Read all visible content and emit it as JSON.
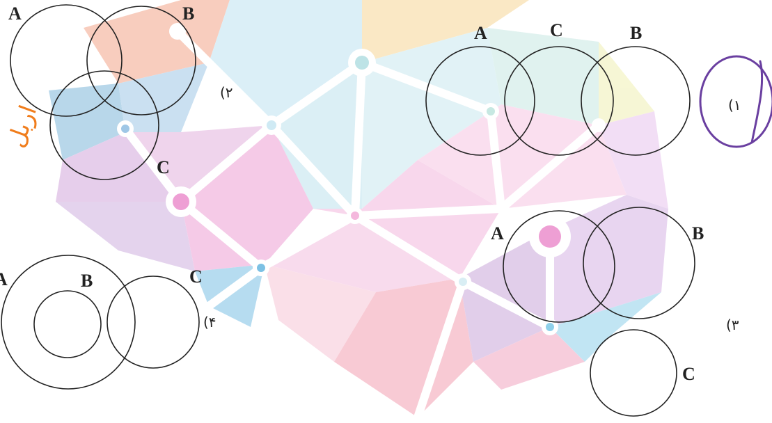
{
  "options": [
    {
      "id": "1",
      "number": "(۱",
      "labels": [
        "A",
        "C",
        "B"
      ]
    },
    {
      "id": "2",
      "number": "(۲",
      "labels": [
        "A",
        "B",
        "C"
      ]
    },
    {
      "id": "3",
      "number": "(۳",
      "labels": [
        "A",
        "B",
        "C"
      ]
    },
    {
      "id": "4",
      "number": "(۴",
      "labels": [
        "A",
        "B",
        "C"
      ]
    }
  ],
  "handwriting": {
    "orange_note": "اربل",
    "selection_color": "#6a3fa0",
    "note_color": "#f07d1c"
  },
  "colors": {
    "stroke": "#222222",
    "text": "#222222"
  }
}
